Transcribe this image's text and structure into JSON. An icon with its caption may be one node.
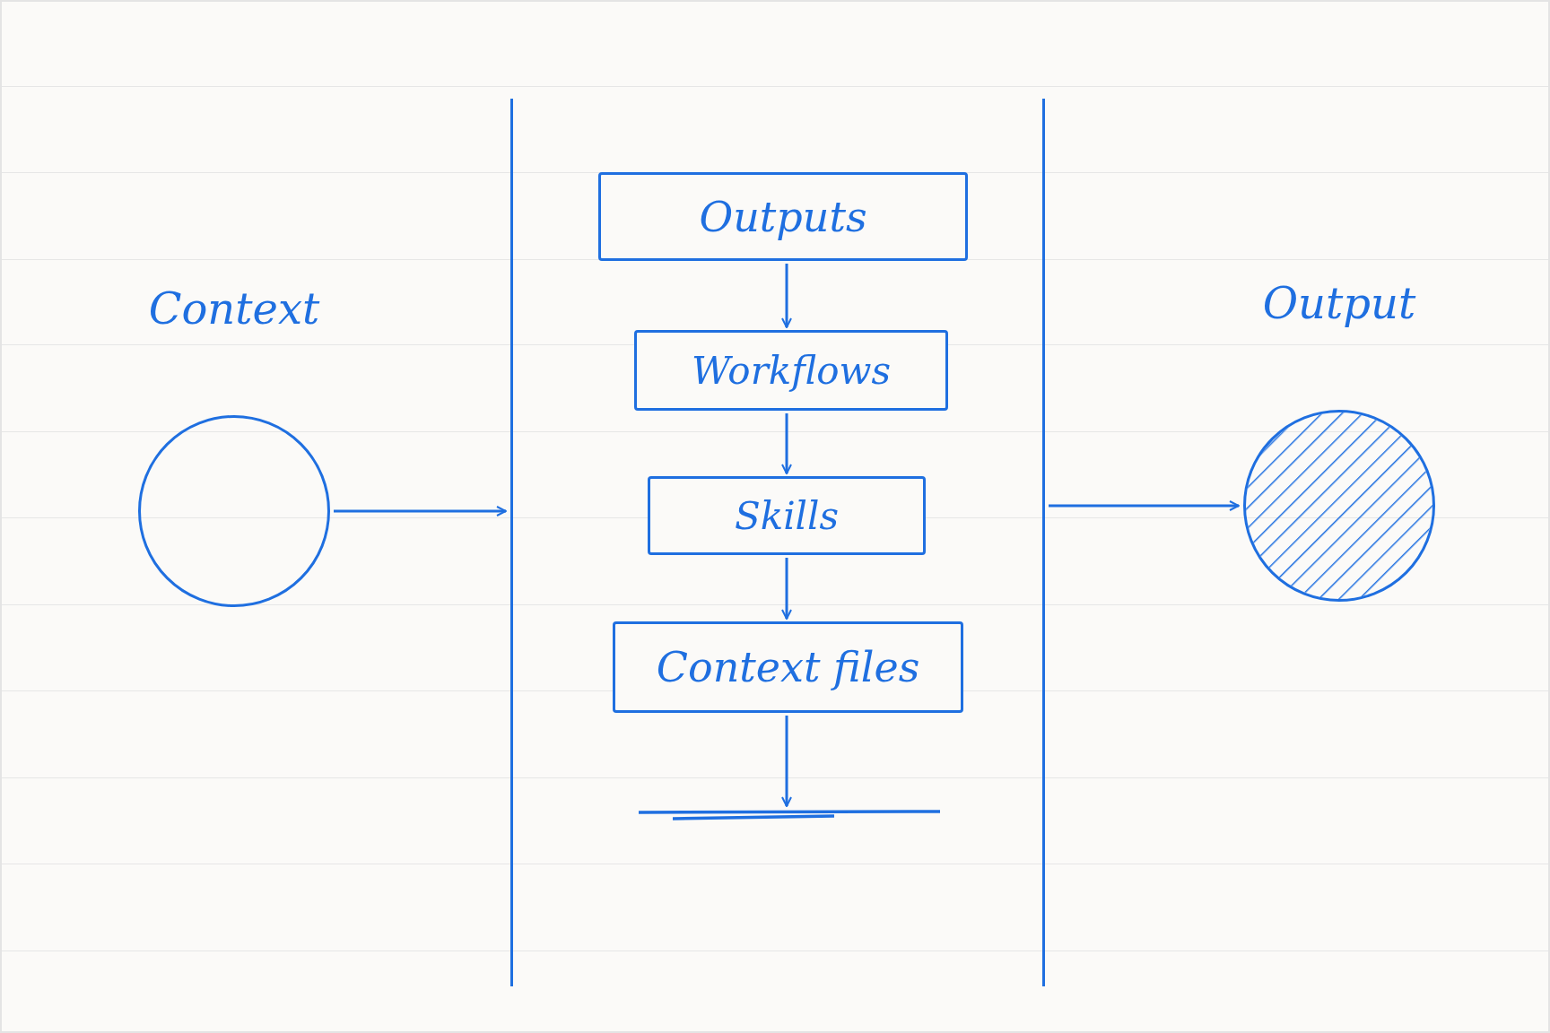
{
  "diagram": {
    "nodes": [
      {
        "text": [
          "Context"
        ]
      },
      {
        "text": [],
        "shape": "band"
      },
      {
        "text": [
          "Outputs"
        ],
        "in": 1
      },
      {
        "text": [
          "Workflows"
        ],
        "in": 1
      },
      {
        "text": [
          "Skills"
        ],
        "in": 1
      },
      {
        "text": [
          "Context files"
        ],
        "in": 1
      },
      {
        "text": [],
        "shape": "bar",
        "in": 1
      },
      {
        "text": [
          "Output"
        ]
      }
    ],
    "edges": [
      {
        "from": 0,
        "to": 1,
        "arrow": "to"
      },
      {
        "from": 1,
        "to": 7,
        "arrow": "to"
      },
      {
        "from": 2,
        "to": 3,
        "arrow": "to"
      },
      {
        "from": 3,
        "to": 4,
        "arrow": "to"
      },
      {
        "from": 4,
        "to": 5,
        "arrow": "to"
      },
      {
        "from": 5,
        "to": 6,
        "arrow": "to"
      }
    ]
  }
}
